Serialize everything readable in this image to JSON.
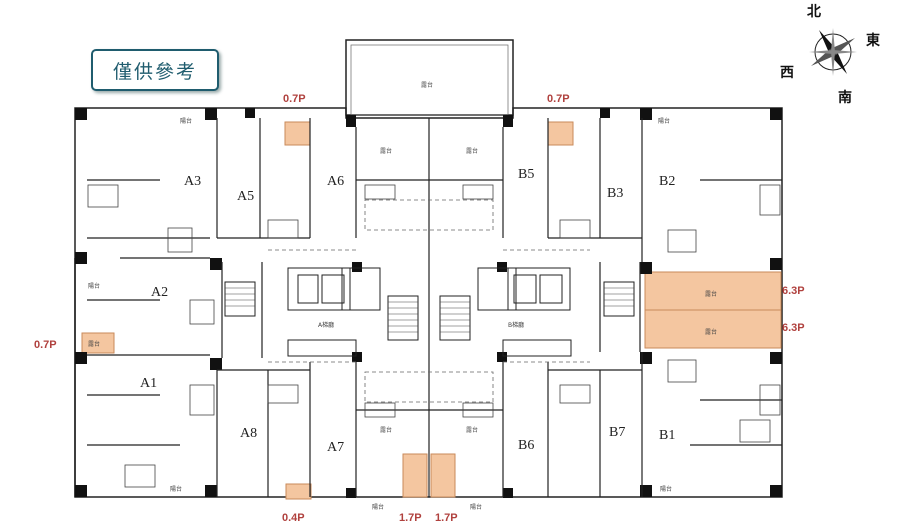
{
  "reference_badge": "僅供參考",
  "compass": {
    "north": "北",
    "east": "東",
    "west": "西",
    "south": "南"
  },
  "units": [
    "A1",
    "A2",
    "A3",
    "A5",
    "A6",
    "A7",
    "A8",
    "B1",
    "B2",
    "B3",
    "B5",
    "B6",
    "B7"
  ],
  "lobbies": {
    "a": "A梯廳",
    "b": "B梯廳"
  },
  "room_labels": {
    "terrace": "露台",
    "balcony": "陽台"
  },
  "area_labels": {
    "top_left": "0.7P",
    "top_right": "0.7P",
    "left": "0.7P",
    "right_upper": "6.3P",
    "right_lower": "6.3P",
    "bottom_left": "0.4P",
    "bottom_mid_left": "1.7P",
    "bottom_mid_right": "1.7P"
  },
  "colors": {
    "highlight": "#f4c6a0",
    "highlight_border": "#c98a5a",
    "wall": "#111111",
    "label": "#b0413e"
  }
}
